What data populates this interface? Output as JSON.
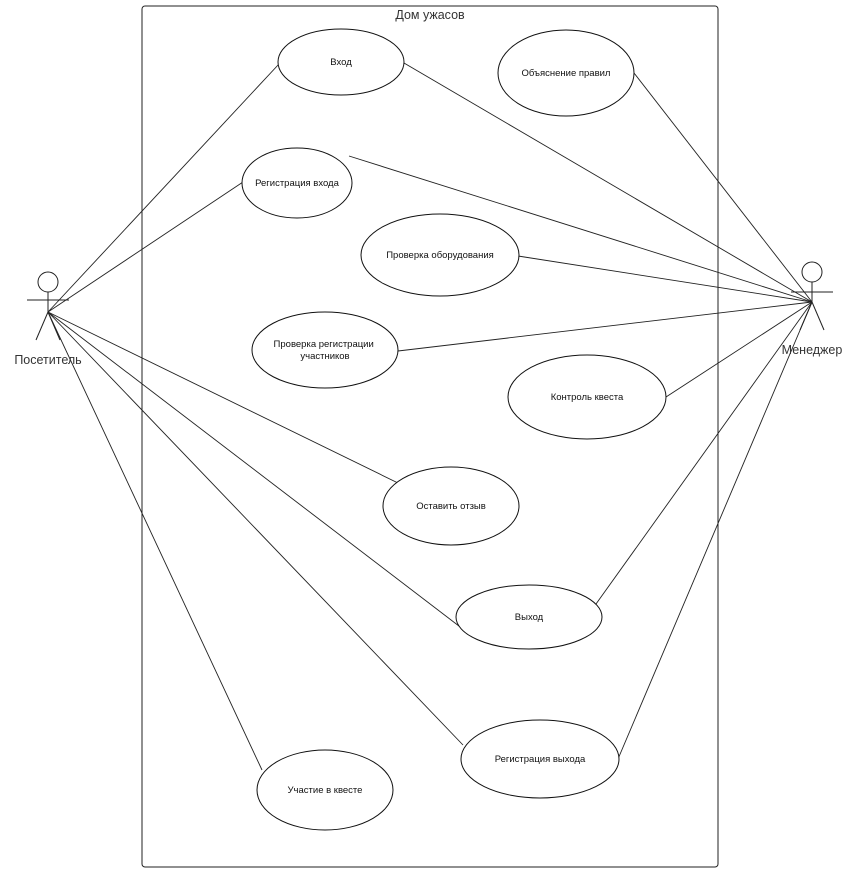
{
  "system": {
    "title": "Дом ужасов"
  },
  "actors": {
    "visitor": {
      "label": "Посетитель"
    },
    "manager": {
      "label": "Менеджер"
    }
  },
  "use_cases": {
    "login": [
      "Вход"
    ],
    "rules": [
      "Объяснение правил"
    ],
    "reg_entry": [
      "Регистрация входа"
    ],
    "equipment": [
      "Проверка оборудования"
    ],
    "reg_check": [
      "Проверка регистрации",
      "участников"
    ],
    "quest_control": [
      "Контроль квеста"
    ],
    "review": [
      "Оставить отзыв"
    ],
    "exit": [
      "Выход"
    ],
    "reg_exit": [
      "Регистрация выхода"
    ],
    "participation": [
      "Участие в квесте"
    ]
  },
  "colors": {
    "stroke": "#222222",
    "background": "#ffffff",
    "text": "#333333"
  }
}
